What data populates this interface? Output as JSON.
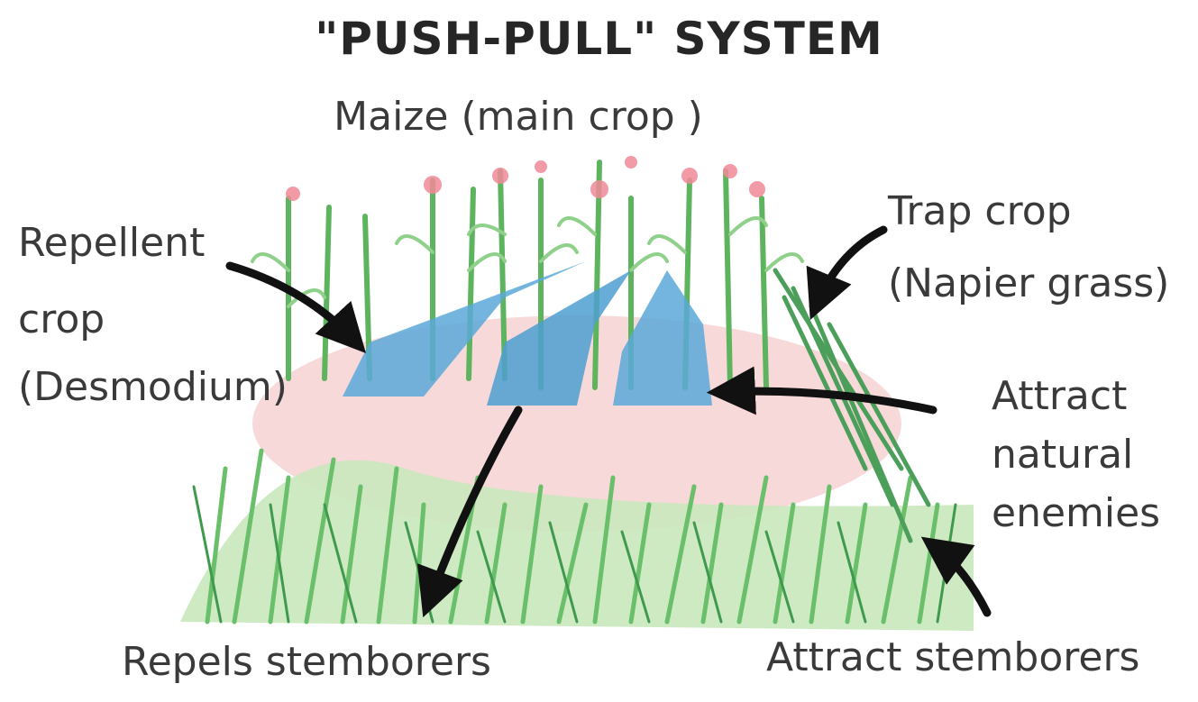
{
  "title": "\"PUSH-PULL\" SYSTEM",
  "labels": {
    "main_crop": "Maize (main crop )",
    "repellent": [
      "Repellent",
      "crop",
      "(Desmodium)"
    ],
    "trap": [
      "Trap crop",
      "(Napier grass)"
    ],
    "natural_enemies": [
      "Attract",
      "natural",
      "enemies"
    ],
    "repels": "Repels stemborers",
    "attract_stemborers": "Attract stemborers"
  },
  "colors": {
    "grass": "#8ccf7a",
    "grass_dark": "#4fa25a",
    "desmodium": "#5aa8d8",
    "soil": "#f4c8c8",
    "flower": "#f08a98",
    "arrow": "#111111"
  }
}
